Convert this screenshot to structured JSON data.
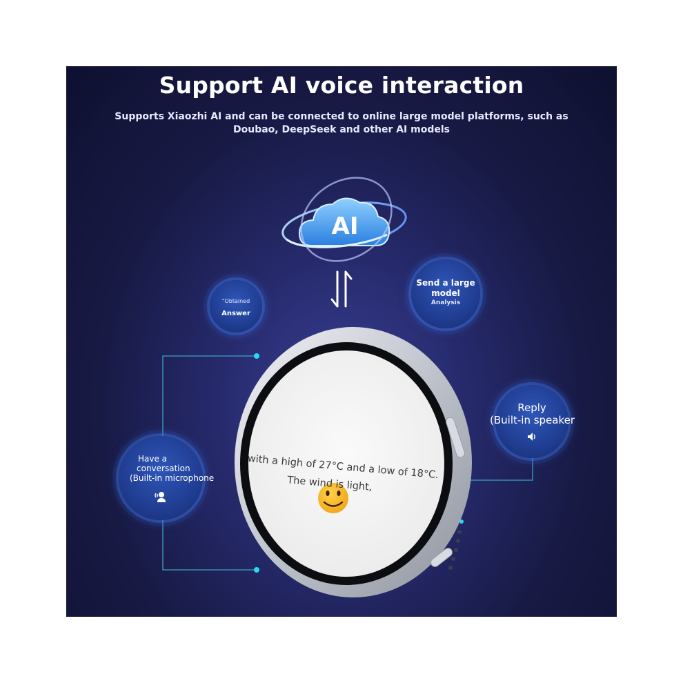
{
  "title": "Support AI voice interaction",
  "subtitle": "Supports Xiaozhi AI and can be connected to online large model platforms, such as Doubao, DeepSeek and other AI models",
  "ai_logo": {
    "text": "AI",
    "icon": "cloud-orbit-icon"
  },
  "bubbles": {
    "answer": {
      "small": "\"Obtained",
      "main": "Answer"
    },
    "send": {
      "line1": "Send a large",
      "line2": "model",
      "line3": "Analysis"
    },
    "reply": {
      "line1": "Reply",
      "line2": "(Built-in speaker",
      "icon": "speaker-icon"
    },
    "talk": {
      "line1": "Have a",
      "line2": "conversation",
      "line3": "(Built-in microphone",
      "icon": "speaking-person-icon"
    }
  },
  "device": {
    "emoji": "smiley-face-icon",
    "screen_line1": "with a high of 27°C and a low of 18°C.",
    "screen_line2": "The wind is light,"
  },
  "colors": {
    "banner_dark": "#0e1030",
    "banner_mid": "#262a6c",
    "accent_cyan": "#2ad8f0",
    "bubble_blue": "#213f95"
  }
}
